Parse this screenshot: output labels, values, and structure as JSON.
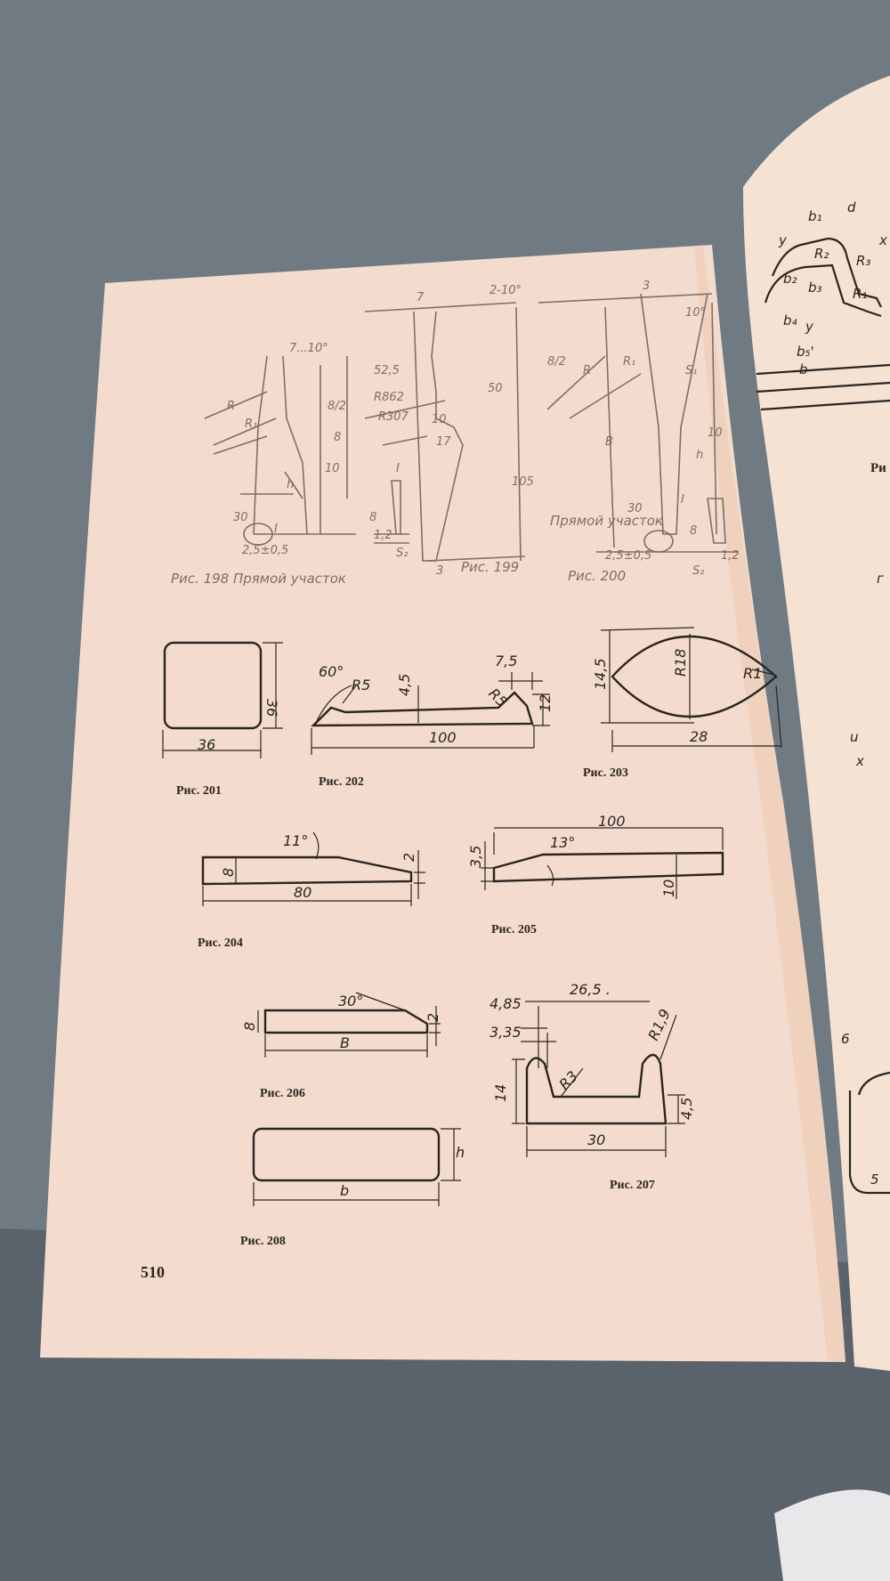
{
  "page": {
    "number": "510",
    "colors": {
      "paper": "#f3dccd",
      "ink": "#2a2522",
      "faded_ink": "#7d6f66",
      "background": "#6f7a82"
    }
  },
  "top_figures": {
    "fig198": {
      "caption": "Рис. 198 Прямой участок",
      "labels": [
        "7...10°",
        "R",
        "R₁",
        "8/2",
        "8",
        "10",
        "h",
        "30",
        "I",
        "2,5±0,5"
      ]
    },
    "fig199": {
      "caption": "Рис. 199",
      "labels": [
        "7",
        "2-10°",
        "52,5",
        "R862",
        "R307",
        "50",
        "10",
        "17",
        "105",
        "3",
        "I",
        "8",
        "1,2",
        "S₂"
      ]
    },
    "fig200": {
      "caption": "Рис. 200",
      "note": "Прямой участок",
      "labels": [
        "3",
        "10°",
        "8/2",
        "R",
        "R₁",
        "S₁",
        "B",
        "h",
        "10",
        "30",
        "I",
        "8",
        "2,5±0,5",
        "1,2",
        "S₂"
      ]
    }
  },
  "figures": {
    "fig201": {
      "caption": "Рис. 201",
      "dims": [
        "36",
        "36"
      ]
    },
    "fig202": {
      "caption": "Рис. 202",
      "dims": [
        "60°",
        "R5",
        "4,5",
        "7,5",
        "R5",
        "12",
        "100"
      ]
    },
    "fig203": {
      "caption": "Рис. 203",
      "dims": [
        "14,5",
        "R18",
        "R1",
        "28"
      ]
    },
    "fig204": {
      "caption": "Рис. 204",
      "dims": [
        "11°",
        "8",
        "2",
        "80"
      ]
    },
    "fig205": {
      "caption": "Рис. 205",
      "dims": [
        "100",
        "3,5",
        "13°",
        "10"
      ]
    },
    "fig206": {
      "caption": "Рис. 206",
      "dims": [
        "30°",
        "8",
        "2",
        "B"
      ]
    },
    "fig207": {
      "caption": "Рис. 207",
      "dims": [
        "26,5 .",
        "4,85",
        "3,35",
        "R1,9",
        "R3",
        "14",
        "4,5",
        "30"
      ]
    },
    "fig208": {
      "caption": "Рис. 208",
      "dims": [
        "h",
        "b"
      ]
    }
  },
  "right_page": {
    "labels": [
      "b₁",
      "d",
      "y",
      "x",
      "R₂",
      "R₃",
      "R₁",
      "b₂",
      "b₃",
      "b₄",
      "y",
      "b₅'",
      "b",
      "Ри",
      "г",
      "u",
      "x",
      "6",
      "5"
    ]
  }
}
